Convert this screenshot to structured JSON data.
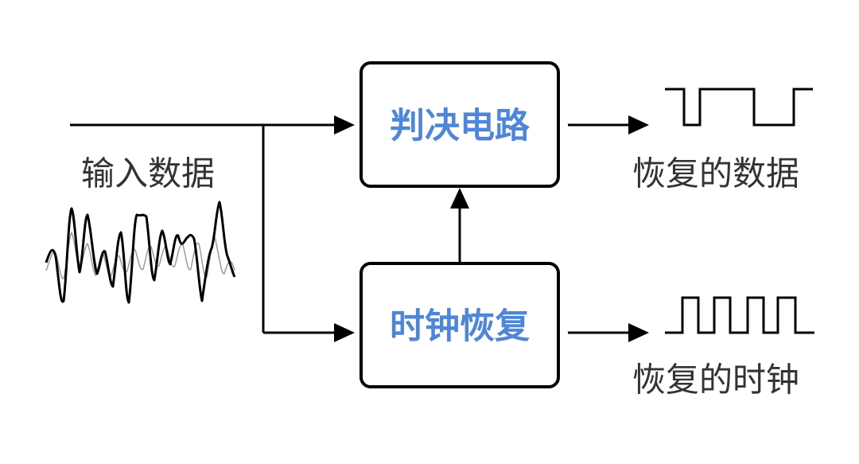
{
  "colors": {
    "line": "#000000",
    "box_text": "#4f86d8",
    "label_text": "#333333",
    "wave_thin": "#9a9a9a"
  },
  "diagram": {
    "input_label": "输入数据",
    "decision_box_label": "判决电路",
    "clock_box_label": "时钟恢复",
    "recovered_data_label": "恢复的数据",
    "recovered_clock_label": "恢复的时钟"
  },
  "icons": {
    "input_wave": "noisy-eye-waveform-icon",
    "data_wave": "square-data-waveform-icon",
    "clock_wave": "square-clock-waveform-icon"
  }
}
